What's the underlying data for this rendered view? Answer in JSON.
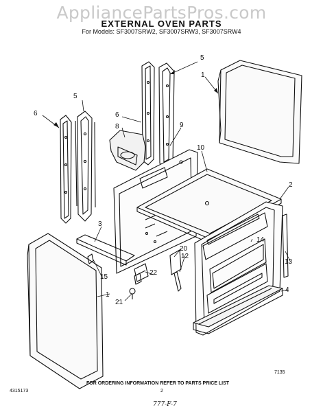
{
  "watermark": "AppliancePartsPros.com",
  "title": "EXTERNAL OVEN PARTS",
  "models": "For Models: SF3007SRW2, SF3007SRW3, SF3007SRW4",
  "callouts": {
    "c1a": "1",
    "c1b": "1",
    "c2": "2",
    "c3": "3",
    "c4": "4",
    "c5a": "5",
    "c5b": "5",
    "c6a": "6",
    "c6b": "6",
    "c8": "8",
    "c9": "9",
    "c10": "10",
    "c12": "12",
    "c13": "13",
    "c14": "14",
    "c15": "15",
    "c20": "20",
    "c21": "21",
    "c22": "22"
  },
  "drawing_code": "7135",
  "footer": {
    "ordering_note": "FOR ORDERING INFORMATION REFER TO PARTS PRICE LIST",
    "part_number": "4315173",
    "page_number": "2",
    "handwritten_note": "777-F-7"
  }
}
